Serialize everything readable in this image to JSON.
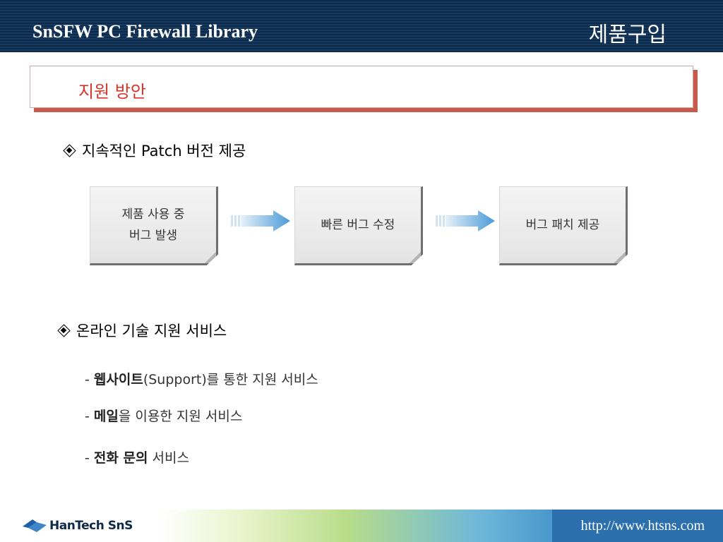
{
  "header": {
    "title": "SnSFW PC Firewall Library",
    "right_label": "제품구입"
  },
  "section": {
    "title": "지원 방안"
  },
  "bullets": [
    {
      "text": "지속적인 Patch 버전 제공"
    },
    {
      "text": "온라인 기술 지원 서비스"
    }
  ],
  "flow": {
    "step1_line1": "제품 사용 중",
    "step1_line2": "버그 발생",
    "step2": "빠른 버그 수정",
    "step3": "버그 패치 제공"
  },
  "support_items": [
    {
      "prefix": "- ",
      "bold": "웹사이트",
      "rest": "(Support)를 통한 지원 서비스"
    },
    {
      "prefix": "- ",
      "bold": "메일",
      "rest": "을 이용한 지원 서비스"
    },
    {
      "prefix": "- ",
      "bold": "전화 문의",
      "rest": " 서비스"
    }
  ],
  "footer": {
    "logo_text": "HanTech SnS",
    "url": "http://www.htsns.com"
  },
  "colors": {
    "header_bg": "#0e2a4a",
    "accent_red": "#d9362b",
    "section_shadow": "#c75a4a",
    "arrow_blue": "#4a9ad8"
  }
}
